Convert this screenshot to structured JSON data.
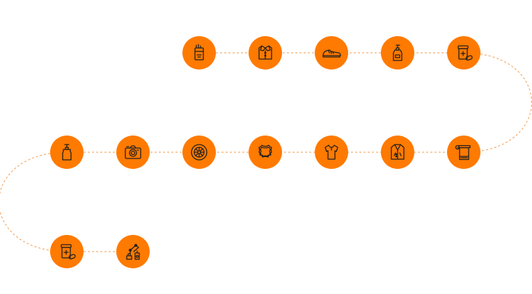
{
  "colors": {
    "accent": "#ff7a00",
    "line": "#f39a4a",
    "icon_stroke": "#1f1f1f"
  },
  "rows": [
    {
      "direction": "left-to-right",
      "nodes": [
        {
          "icon": "cigarette-pack-icon"
        },
        {
          "icon": "shirt-collar-icon"
        },
        {
          "icon": "sneaker-icon"
        },
        {
          "icon": "soap-bottle-icon"
        },
        {
          "icon": "medicine-pills-icon"
        }
      ]
    },
    {
      "direction": "right-to-left",
      "nodes": [
        {
          "icon": "towel-icon"
        },
        {
          "icon": "coat-icon"
        },
        {
          "icon": "blouse-icon"
        },
        {
          "icon": "leather-hide-icon"
        },
        {
          "icon": "tire-icon"
        },
        {
          "icon": "camera-icon"
        },
        {
          "icon": "pump-bottle-icon"
        }
      ]
    },
    {
      "direction": "left-to-right",
      "nodes": [
        {
          "icon": "medicine-pills-icon"
        },
        {
          "icon": "robot-arm-icon"
        }
      ]
    }
  ]
}
